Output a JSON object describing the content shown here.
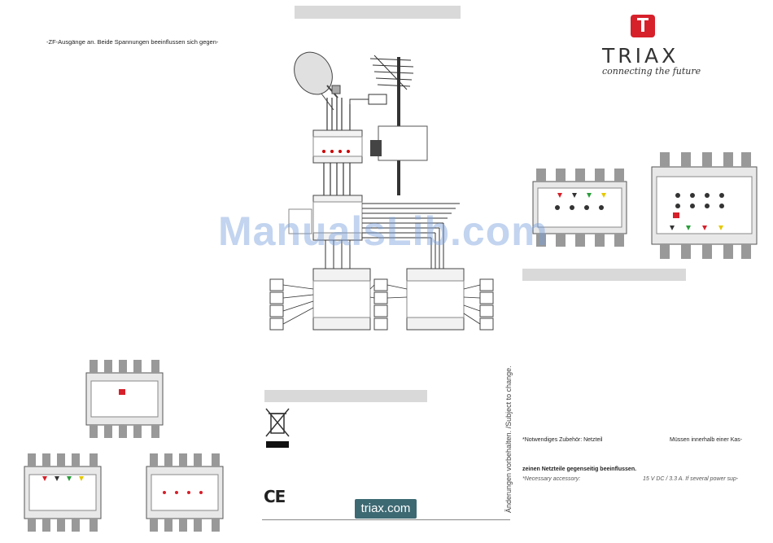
{
  "left_col": {
    "intro_line": "-ZF-Ausgänge an. Beide Spannungen beeinflussen sich gegen-"
  },
  "brand": {
    "name": "TRIAX",
    "tagline": "connecting the future",
    "logo_letter": "T",
    "color": "#d6202a"
  },
  "footer": {
    "url_button": "triax.com",
    "subject_to_change": "Änderungen vorbehalten. /Subject to change."
  },
  "right_col": {
    "accessory_de": "*Notwendiges Zubehör: Netzteil",
    "must_within": "Müssen innerhalb einer Kas-",
    "psu_influence": "zeinen Netzteile gegenseitig beeinflussen.",
    "accessory_en": "*Necessary accessory:",
    "power_en": "15 V DC / 3.3 A. If several power sup-"
  },
  "symbols": {
    "ce_mark": "CE",
    "weee_icon": "crossed-out-bin-icon"
  },
  "watermark": "ManualsLib.com"
}
